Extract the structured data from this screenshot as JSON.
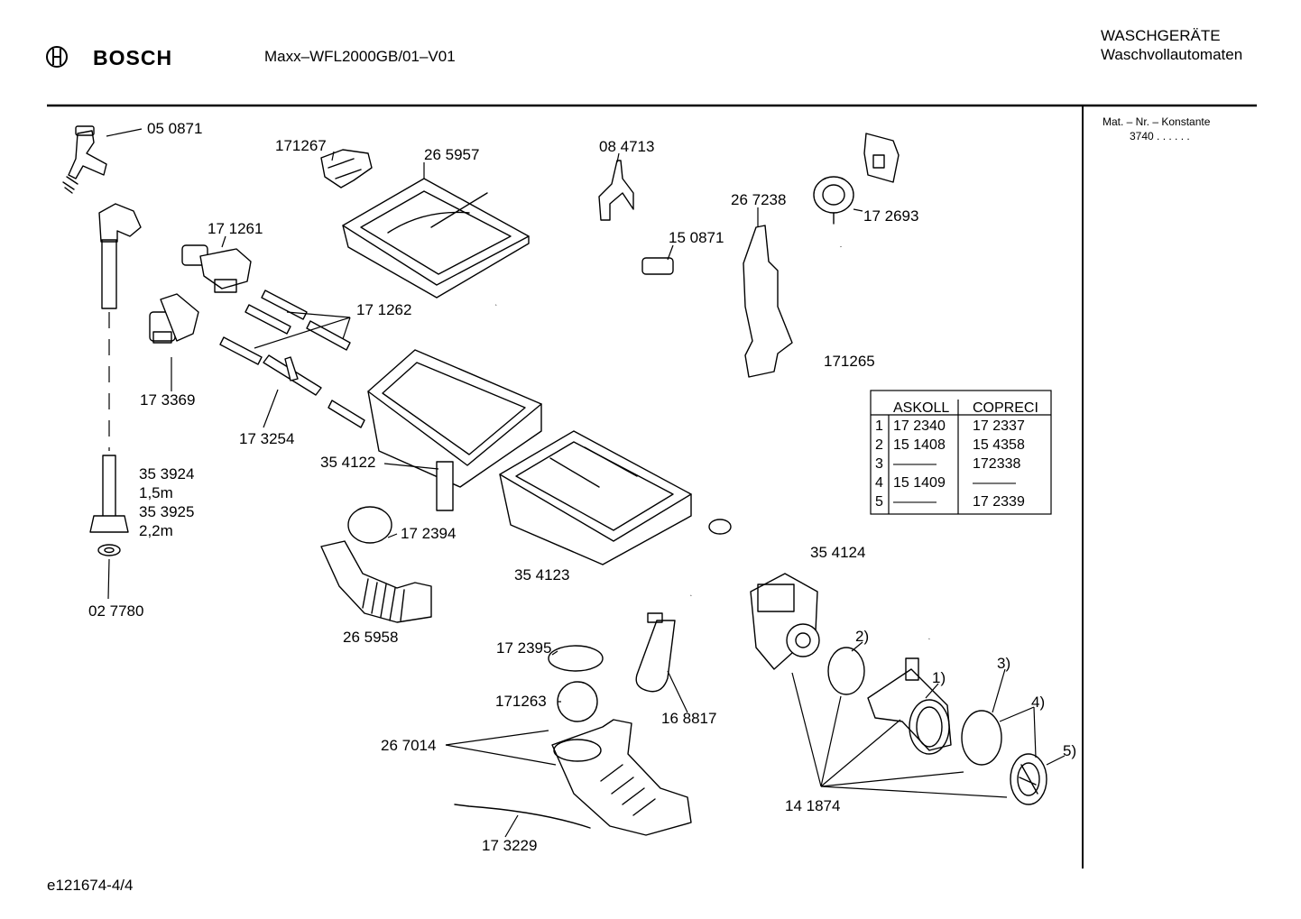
{
  "header": {
    "brand": "BOSCH",
    "model": "Maxx–WFL2000GB/01–V01",
    "category_line1": "WASCHGERÄTE",
    "category_line2": "Waschvollautomaten"
  },
  "side_panel": {
    "label": "Mat. – Nr. – Konstante",
    "value": "3740 . . . . . ."
  },
  "footer": {
    "code": "e121674-4/4"
  },
  "part_labels": {
    "p050871": "05 0871",
    "p171267": "171267",
    "p265957": "26 5957",
    "p084713": "08 4713",
    "p267238": "26 7238",
    "p172693": "17 2693",
    "p171261": "17 1261",
    "p150871": "15 0871",
    "p171262": "17 1262",
    "p173369": "17 3369",
    "p171265": "171265",
    "p173254": "17 3254",
    "p354122": "35 4122",
    "p353924": "35 3924",
    "len15": "1,5m",
    "p353925": "35 3925",
    "len22": "2,2m",
    "p172394": "17 2394",
    "p354123": "35 4123",
    "p354124": "35 4124",
    "p027780": "02 7780",
    "p265958": "26 5958",
    "p172395": "17 2395",
    "p171263": "171263",
    "p168817": "16 8817",
    "p267014": "26 7014",
    "p141874": "14 1874",
    "p173229": "17 3229",
    "c1": "1)",
    "c2": "2)",
    "c3": "3)",
    "c4": "4)",
    "c5": "5)"
  },
  "pump_table": {
    "columns": [
      "ASKOLL",
      "COPRECI"
    ],
    "rows": [
      {
        "idx": "1",
        "askoll": "17 2340",
        "copreci": "17 2337"
      },
      {
        "idx": "2",
        "askoll": "15 1408",
        "copreci": "15 4358"
      },
      {
        "idx": "3",
        "askoll": "———",
        "copreci": "172338"
      },
      {
        "idx": "4",
        "askoll": "15 1409",
        "copreci": "———"
      },
      {
        "idx": "5",
        "askoll": "———",
        "copreci": "17 2339"
      }
    ]
  }
}
